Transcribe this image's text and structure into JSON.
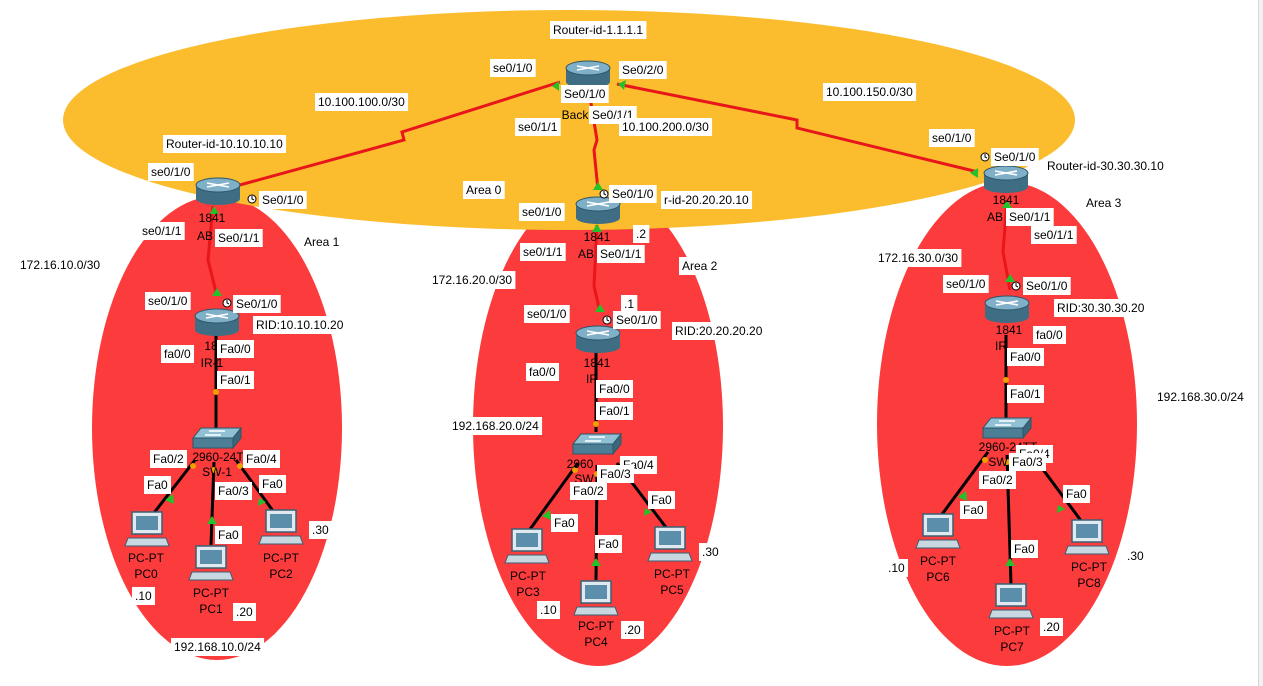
{
  "colors": {
    "backbone": "#fbbd2e",
    "area": "#fb3b3c",
    "serial": "#e8161b",
    "ethernet": "#000000",
    "up": "#22c22a",
    "access": "#f0a000",
    "router": "#5b8aa0",
    "switch": "#66a2bb",
    "pc": "#7da3b8"
  },
  "backbone": {
    "router_id": "Router-id-1.1.1.1",
    "router_name": "Back"
  },
  "area0": "Area 0",
  "links": {
    "net_100": "10.100.100.0/30",
    "net_150": "10.100.150.0/30",
    "net_200": "10.100.200.0/30"
  },
  "area1": {
    "area": "Area 1",
    "abr_rid": "Router-id-10.10.10.10",
    "abr_model": "1841",
    "abr_name": "AB",
    "ir_rid": "RID:10.10.10.20",
    "ir_model": "18",
    "ir_name": "IR-1",
    "serial_net": "172.16.10.0/30",
    "lan_net": "192.168.10.0/24",
    "switch_model": "2960-24T",
    "switch_name": "SW-1",
    "pcs": [
      {
        "type": "PC-PT",
        "name": "PC0",
        "host": ".10"
      },
      {
        "type": "PC-PT",
        "name": "PC1",
        "host": ".20"
      },
      {
        "type": "PC-PT",
        "name": "PC2",
        "host": ".30"
      }
    ]
  },
  "area2": {
    "area": "Area 2",
    "abr_rid": "r-id-20.20.20.10",
    "abr_model": "1841",
    "abr_name": "AB",
    "ir_rid": "RID:20.20.20.20",
    "ir_model": "1841",
    "ir_name": "IR",
    "serial_net": "172.16.20.0/30",
    "lan_net": "192.168.20.0/24",
    "switch_model": "2960",
    "switch_name": "SW",
    "host_dot2": ".2",
    "host_dot1": ".1",
    "pcs": [
      {
        "type": "PC-PT",
        "name": "PC3",
        "host": ".10"
      },
      {
        "type": "PC-PT",
        "name": "PC4",
        "host": ".20"
      },
      {
        "type": "PC-PT",
        "name": "PC5",
        "host": ".30"
      }
    ]
  },
  "area3": {
    "area": "Area 3",
    "abr_rid": "Router-id-30.30.30.10",
    "abr_model": "1841",
    "abr_name": "AB",
    "ir_rid": "RID:30.30.30.20",
    "ir_model": "1841",
    "ir_name": "IR",
    "serial_net": "172.16.30.0/30",
    "lan_net": "192.168.30.0/24",
    "switch_model": "2960-24TT",
    "switch_name": "SW",
    "pcs": [
      {
        "type": "PC-PT",
        "name": "PC6",
        "host": ".10"
      },
      {
        "type": "PC-PT",
        "name": "PC7",
        "host": ".20"
      },
      {
        "type": "PC-PT",
        "name": "PC8",
        "host": ".30"
      }
    ]
  },
  "ports": {
    "se010": "se0/1/0",
    "Se010": "Se0/1/0",
    "se011": "se0/1/1",
    "Se011": "Se0/1/1",
    "Se020": "Se0/2/0",
    "fa00": "fa0/0",
    "Fa00": "Fa0/0",
    "Fa01": "Fa0/1",
    "Fa02": "Fa0/2",
    "Fa03": "Fa0/3",
    "Fa04": "Fa0/4",
    "Fa0": "Fa0"
  }
}
